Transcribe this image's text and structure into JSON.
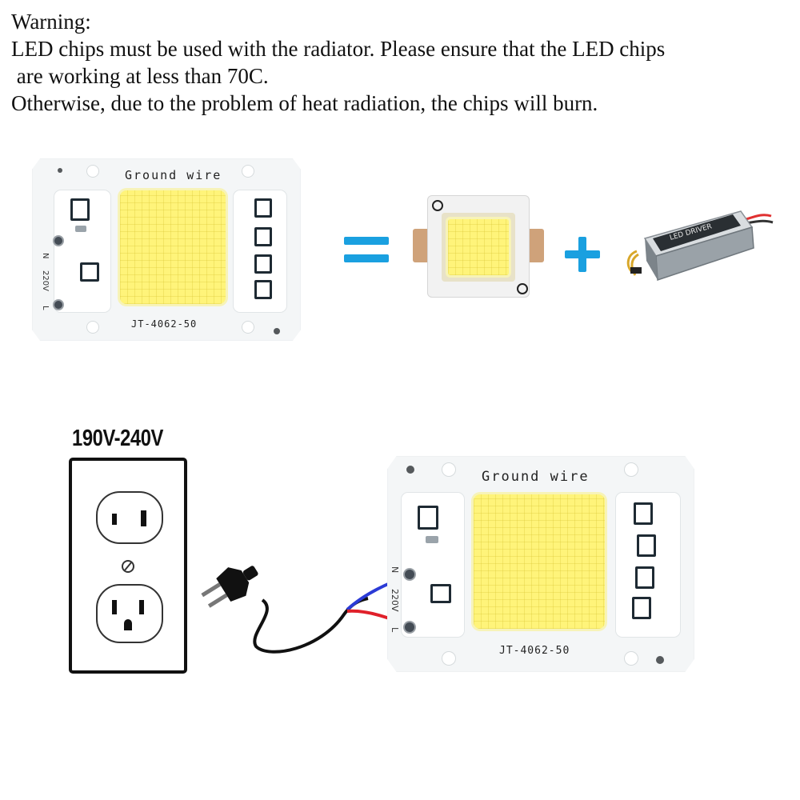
{
  "warning": {
    "line1": "Warning:",
    "line2": "LED chips must be used with the radiator. Please ensure that the LED chips",
    "line3": " are working at less than 70C.",
    "line4": "Otherwise, due to the problem of heat radiation, the chips will burn."
  },
  "board": {
    "ground_label": "Ground wire",
    "model_label": "JT-4062-50",
    "n_label": "N",
    "voltage_label": "220V",
    "l_label": "L"
  },
  "symbols": {
    "equals": "=",
    "plus": "+"
  },
  "driver": {
    "label": "LED DRIVER"
  },
  "outlet": {
    "voltage_range": "190V-240V"
  },
  "colors": {
    "accent": "#1aa0e0",
    "cob_yellow": "#fff47a",
    "wire_blue": "#2b3bd6",
    "wire_red": "#e0202a"
  }
}
